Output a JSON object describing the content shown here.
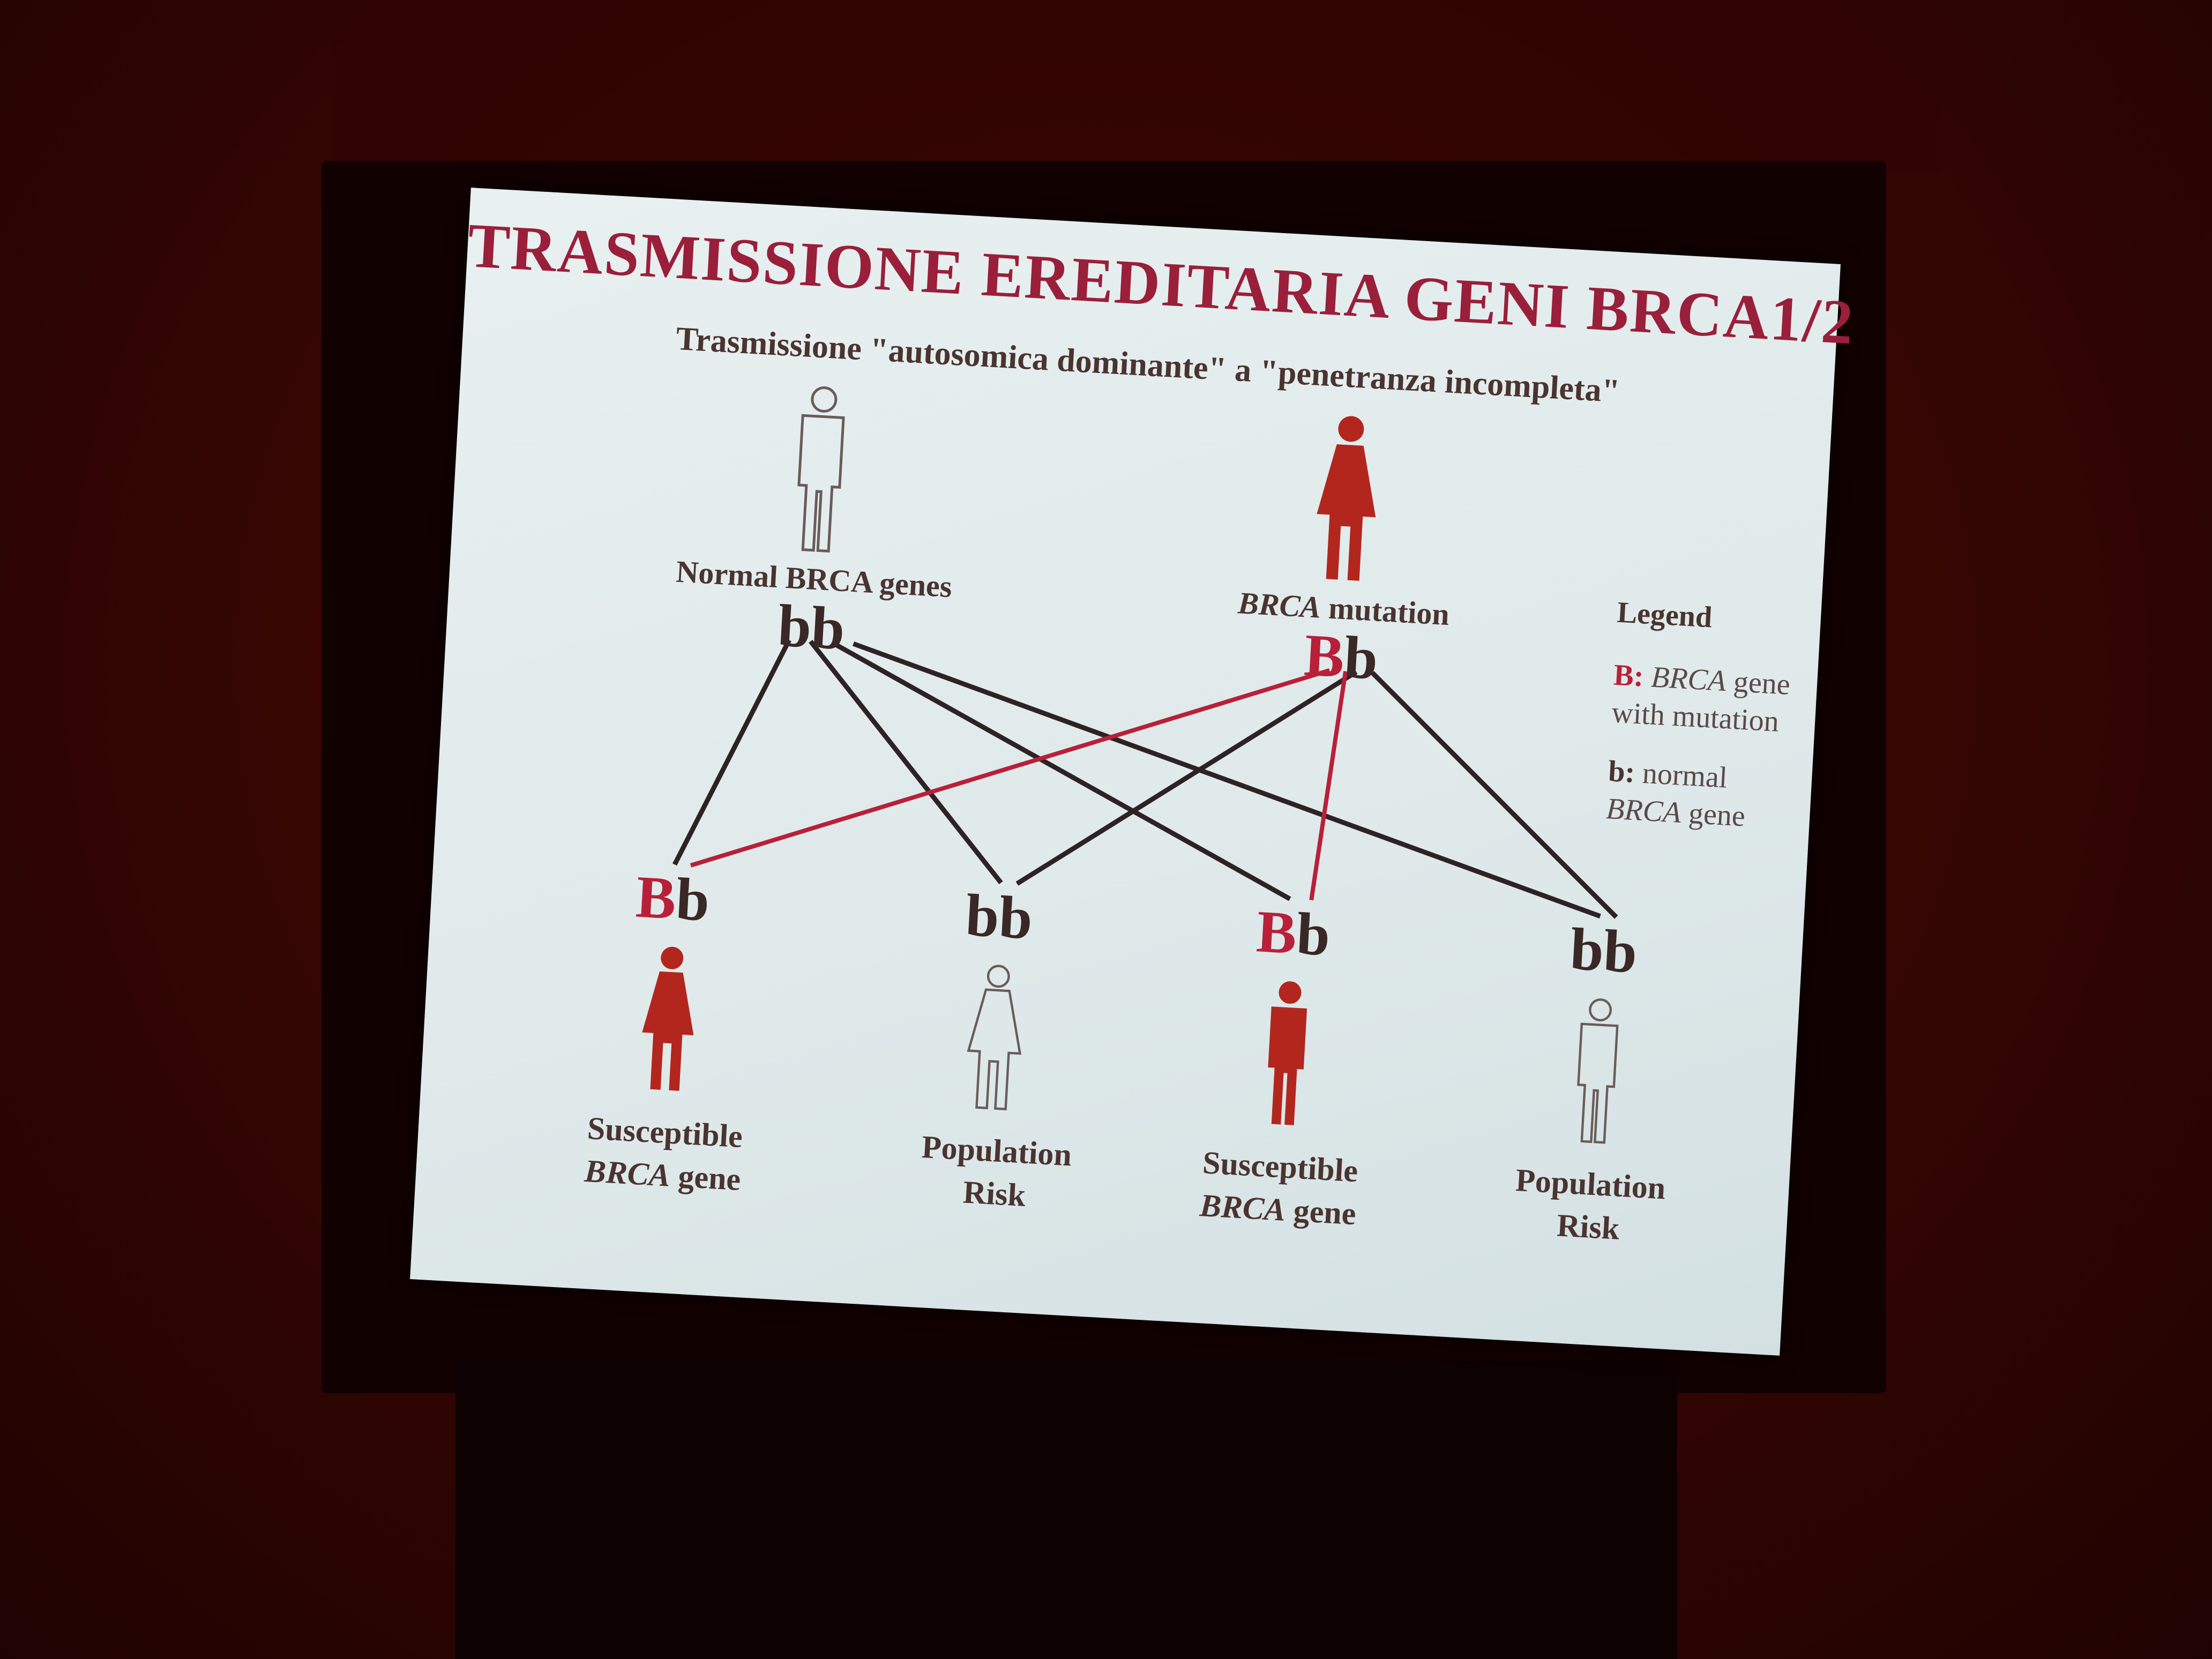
{
  "slide": {
    "title": "TRASMISSIONE  EREDITARIA GENI BRCA1/2",
    "subtitle": "Trasmissione \"autosomica dominante\" a \"penetranza incompleta\""
  },
  "parents": [
    {
      "label": "Normal BRCA genes",
      "genotype_a": "b",
      "genotype_b": "b",
      "gender": "male",
      "affected": false
    },
    {
      "label_italic": "BRCA",
      "label_rest": " mutation",
      "genotype_a": "B",
      "genotype_b": "b",
      "gender": "female",
      "affected": true
    }
  ],
  "children": [
    {
      "genotype_a": "B",
      "genotype_b": "b",
      "gender": "female",
      "affected": true,
      "line1": "Susceptible",
      "line2_italic": "BRCA",
      "line2_rest": " gene"
    },
    {
      "genotype_a": "b",
      "genotype_b": "b",
      "gender": "female",
      "affected": false,
      "line1": "Population",
      "line2_rest": "Risk"
    },
    {
      "genotype_a": "B",
      "genotype_b": "b",
      "gender": "male",
      "affected": true,
      "line1": "Susceptible",
      "line2_italic": "BRCA",
      "line2_rest": " gene"
    },
    {
      "genotype_a": "b",
      "genotype_b": "b",
      "gender": "male",
      "affected": false,
      "line1": "Population",
      "line2_rest": "Risk"
    }
  ],
  "legend": {
    "title": "Legend",
    "B_key": "B:",
    "B_italic": "BRCA",
    "B_rest1": " gene",
    "B_rest2": "with mutation",
    "b_key": "b:",
    "b_rest1": "  normal",
    "b_italic": "BRCA",
    "b_rest2": " gene"
  },
  "colors": {
    "affected": "#b8203a",
    "affected_figure": "#b3261e",
    "normal_line": "#2e2224",
    "title": "#9a1f3a"
  }
}
